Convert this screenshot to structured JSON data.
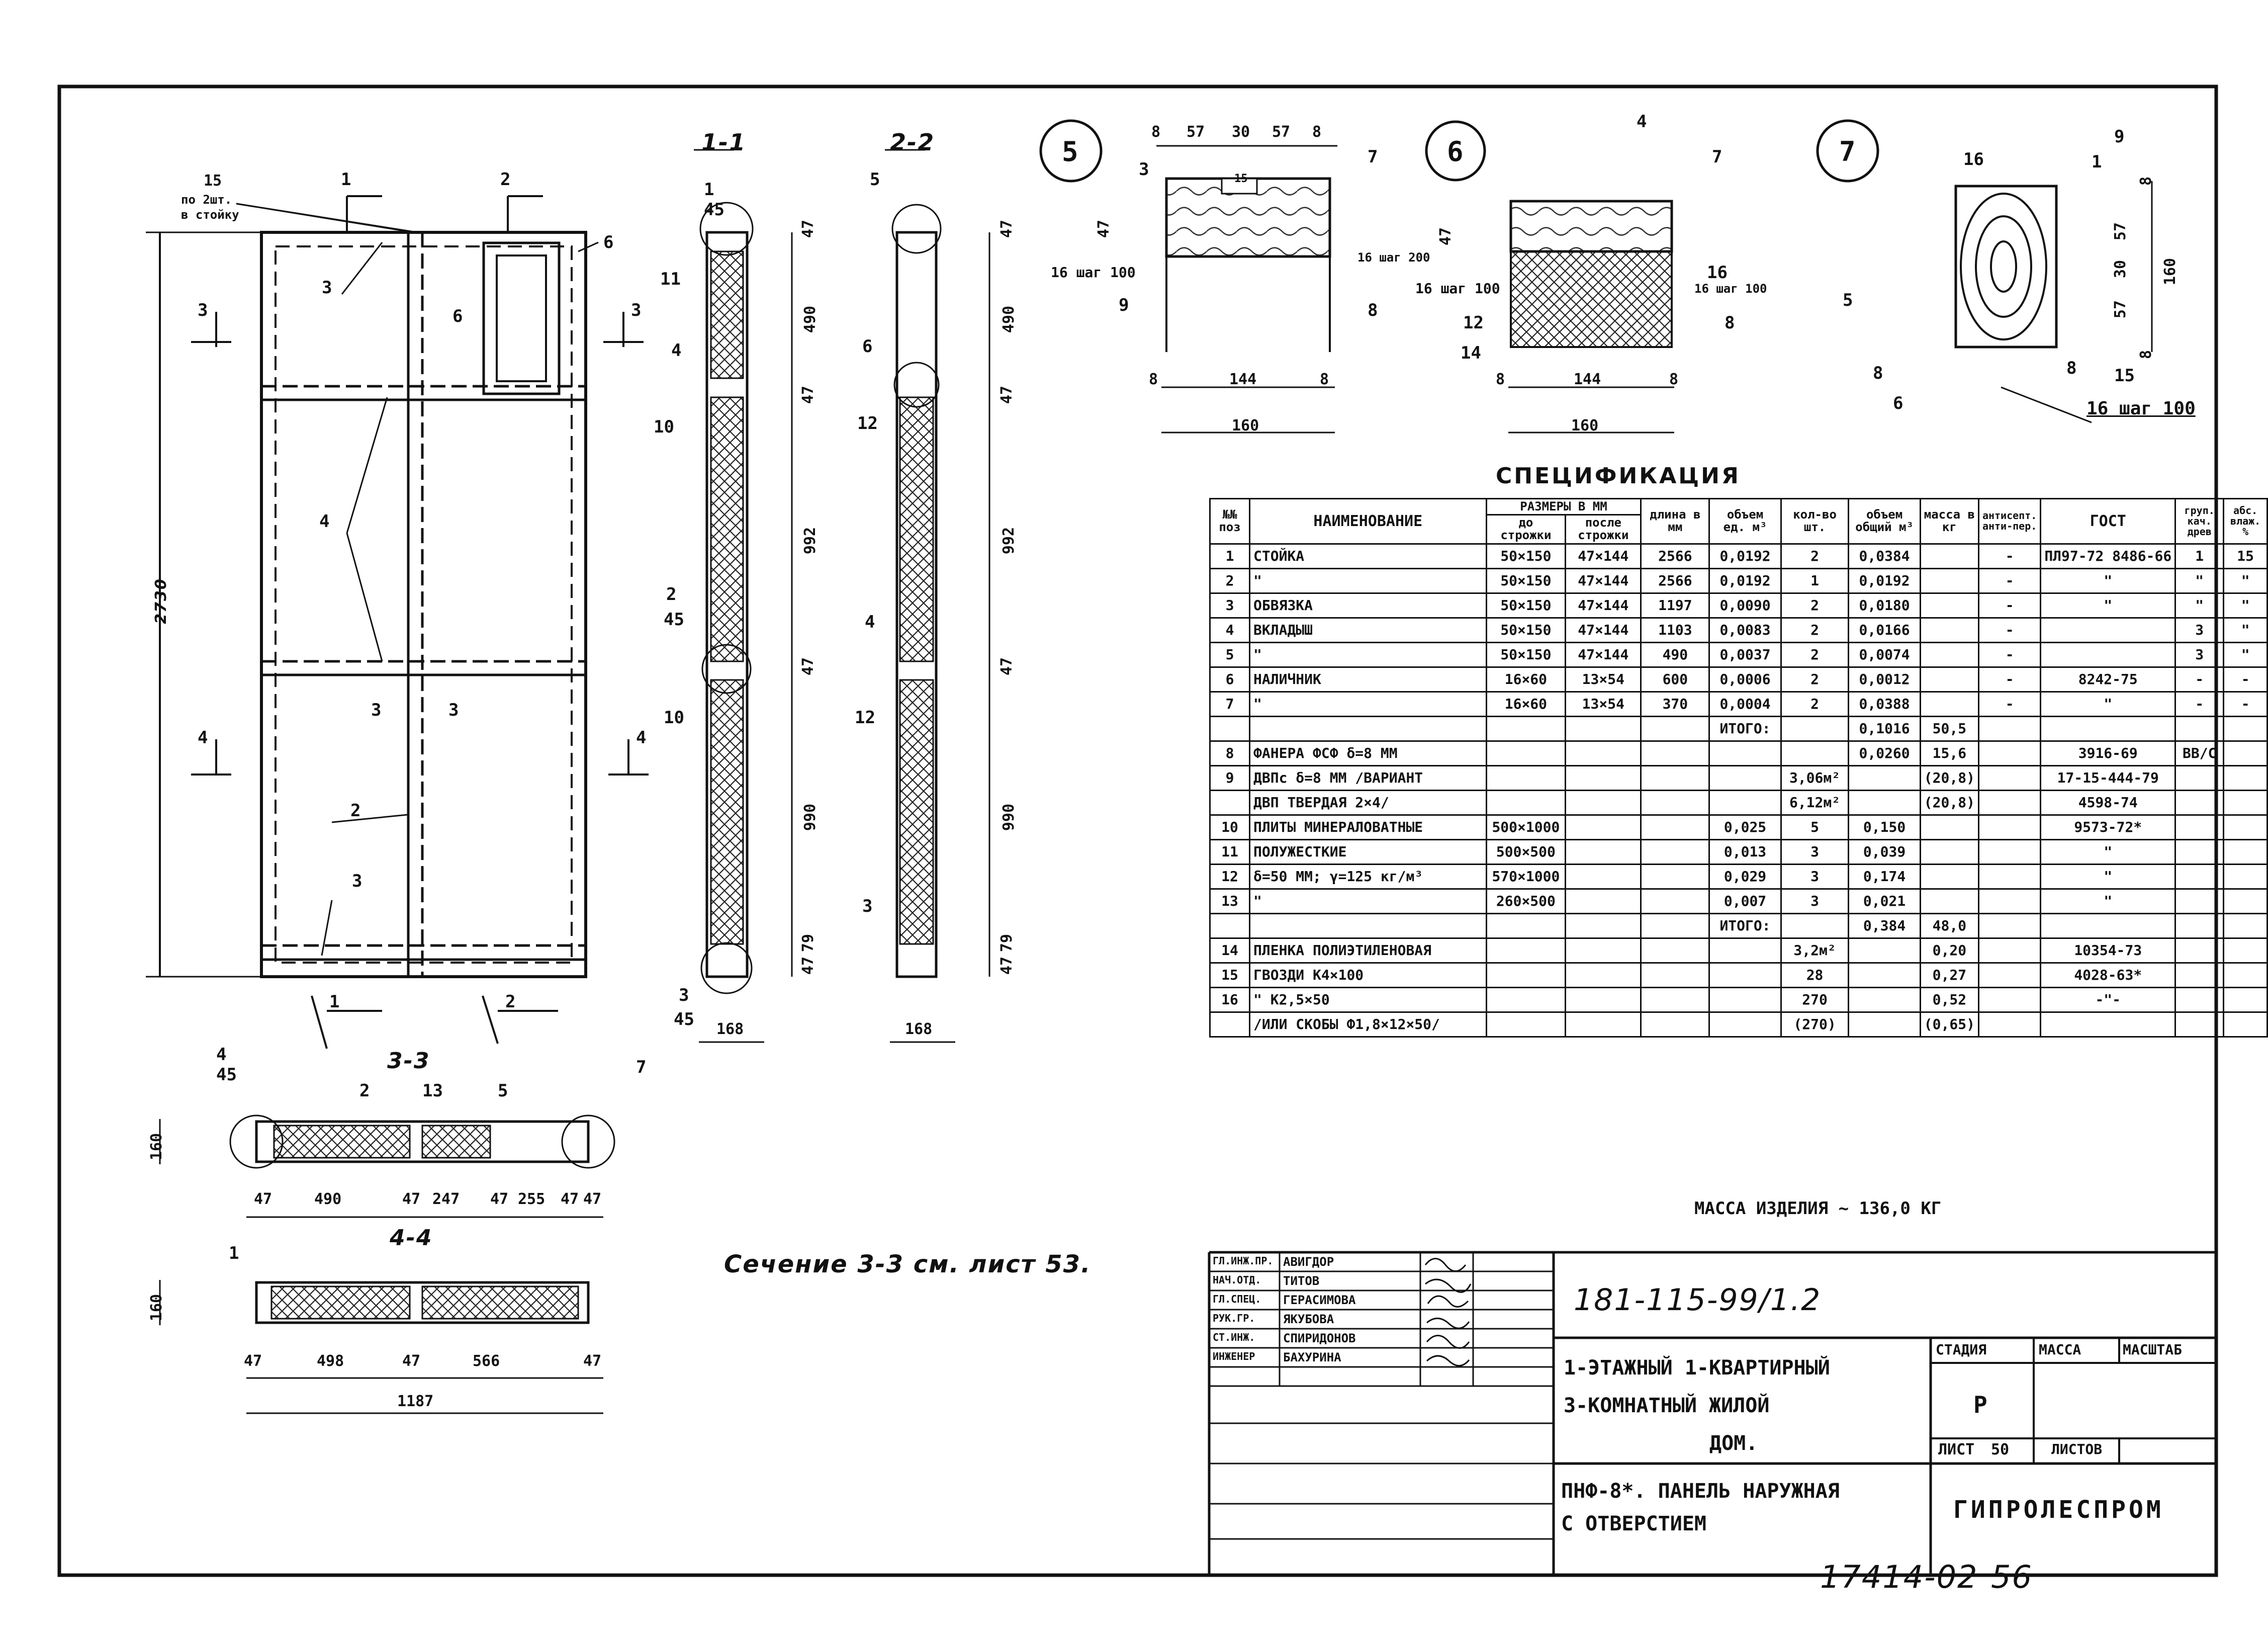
{
  "drawing": {
    "main_panel": {
      "height_dim": "2730",
      "nail_note": [
        "15",
        "по 2шт.",
        "в стойку"
      ],
      "section_marks": [
        "1",
        "2",
        "3",
        "3",
        "4",
        "4",
        "1",
        "2",
        "3",
        "3"
      ],
      "callouts": [
        "3",
        "6",
        "6",
        "4",
        "2",
        "3"
      ]
    },
    "section_1_1": {
      "title": "1-1",
      "dims": [
        "47",
        "490",
        "47",
        "992",
        "47",
        "990",
        "79",
        "47"
      ],
      "width": "168",
      "callouts": [
        "1",
        "45",
        "11",
        "4",
        "10",
        "2",
        "45",
        "10",
        "3",
        "45"
      ]
    },
    "section_2_2": {
      "title": "2-2",
      "dims": [
        "47",
        "490",
        "47",
        "992",
        "47",
        "990",
        "79",
        "47"
      ],
      "width": "168",
      "callouts": [
        "5",
        "6",
        "12",
        "4",
        "12",
        "3"
      ]
    },
    "section_3_3": {
      "title": "3-3",
      "height": "160",
      "dims": [
        "47",
        "490",
        "47",
        "247",
        "47",
        "255",
        "47",
        "47"
      ],
      "callouts": [
        "4",
        "45",
        "2",
        "13",
        "5",
        "7"
      ]
    },
    "section_4_4": {
      "title": "4-4",
      "height": "160",
      "dims": [
        "47",
        "498",
        "47",
        "566",
        "47"
      ],
      "total": "1187",
      "callouts": [
        "1"
      ]
    },
    "section_note": "Сечение 3-3 см. лист 53.",
    "detail_5": {
      "number": "5",
      "top_dims": [
        "8",
        "57",
        "30",
        "57",
        "8"
      ],
      "bottom_dims": [
        "8",
        "144",
        "8"
      ],
      "total": "160",
      "callouts": [
        "3",
        "7",
        "9",
        "8",
        "15",
        "47"
      ],
      "notes": [
        "16 шаг 100",
        "16 шаг 200"
      ]
    },
    "detail_6": {
      "number": "6",
      "bottom_dims": [
        "8",
        "144",
        "8"
      ],
      "total": "160",
      "callouts": [
        "4",
        "7",
        "12",
        "14",
        "16",
        "8",
        "47"
      ],
      "notes": [
        "16 шаг 100",
        "16 шаг 100"
      ]
    },
    "detail_7": {
      "number": "7",
      "side_dims": [
        "8",
        "57",
        "30",
        "57",
        "8"
      ],
      "total": "160",
      "callouts": [
        "16",
        "1",
        "9",
        "5",
        "8",
        "6",
        "15",
        "8"
      ],
      "notes": [
        "16 шаг 100"
      ]
    }
  },
  "specification": {
    "title": "СПЕЦИФИКАЦИЯ",
    "headers": {
      "pos": "№№ поз",
      "name": "НАИМЕНОВАНИЕ",
      "sizes": "РАЗМЕРЫ В ММ",
      "before": "до строжки",
      "after": "после строжки",
      "length": "длина в мм",
      "vol_unit": "объем ед. м³",
      "qty": "кол-во шт.",
      "vol_total": "объем общий м³",
      "mass": "масса в кг",
      "antiseptic": "антисепт. анти-пер.",
      "gost": "ГОСТ",
      "grade": "груп. кач. древ",
      "moisture": "абс. влаж. %"
    },
    "rows": [
      [
        "1",
        "СТОЙКА",
        "50×150",
        "47×144",
        "2566",
        "0,0192",
        "2",
        "0,0384",
        "",
        "-",
        "ПЛ97-72 8486-66",
        "1",
        "15"
      ],
      [
        "2",
        "\"",
        "50×150",
        "47×144",
        "2566",
        "0,0192",
        "1",
        "0,0192",
        "",
        "-",
        "\"",
        "\"",
        "\""
      ],
      [
        "3",
        "ОБВЯЗКА",
        "50×150",
        "47×144",
        "1197",
        "0,0090",
        "2",
        "0,0180",
        "",
        "-",
        "\"",
        "\"",
        "\""
      ],
      [
        "4",
        "ВКЛАДЫШ",
        "50×150",
        "47×144",
        "1103",
        "0,0083",
        "2",
        "0,0166",
        "",
        "-",
        "",
        "3",
        "\""
      ],
      [
        "5",
        "\"",
        "50×150",
        "47×144",
        "490",
        "0,0037",
        "2",
        "0,0074",
        "",
        "-",
        "",
        "3",
        "\""
      ],
      [
        "6",
        "НАЛИЧНИК",
        "16×60",
        "13×54",
        "600",
        "0,0006",
        "2",
        "0,0012",
        "",
        "-",
        "8242-75",
        "-",
        "-"
      ],
      [
        "7",
        "\"",
        "16×60",
        "13×54",
        "370",
        "0,0004",
        "2",
        "0,0388",
        "",
        "-",
        "\"",
        "-",
        "-"
      ],
      [
        "",
        "",
        "",
        "",
        "",
        "ИТОГО:",
        "",
        "0,1016",
        "50,5",
        "",
        "",
        "",
        ""
      ],
      [
        "8",
        "ФАНЕРА ФСФ δ=8 ММ",
        "",
        "",
        "",
        "",
        "",
        "0,0260",
        "15,6",
        "",
        "3916-69",
        "ВВ/С",
        ""
      ],
      [
        "9",
        "ДВПс δ=8 ММ /ВАРИАНТ",
        "",
        "",
        "",
        "",
        "3,06м²",
        "",
        "(20,8)",
        "",
        "17-15-444-79",
        "",
        ""
      ],
      [
        "",
        "ДВП ТВЕРДАЯ 2×4/",
        "",
        "",
        "",
        "",
        "6,12м²",
        "",
        "(20,8)",
        "",
        "4598-74",
        "",
        ""
      ],
      [
        "10",
        "ПЛИТЫ МИНЕРАЛОВАТНЫЕ",
        "500×1000",
        "",
        "",
        "0,025",
        "5",
        "0,150",
        "",
        "",
        "9573-72*",
        "",
        ""
      ],
      [
        "11",
        "ПОЛУЖЕСТКИЕ",
        "500×500",
        "",
        "",
        "0,013",
        "3",
        "0,039",
        "",
        "",
        "\"",
        "",
        ""
      ],
      [
        "12",
        "δ=50 ММ; γ=125 кг/м³",
        "570×1000",
        "",
        "",
        "0,029",
        "3",
        "0,174",
        "",
        "",
        "\"",
        "",
        ""
      ],
      [
        "13",
        "\"",
        "260×500",
        "",
        "",
        "0,007",
        "3",
        "0,021",
        "",
        "",
        "\"",
        "",
        ""
      ],
      [
        "",
        "",
        "",
        "",
        "",
        "ИТОГО:",
        "",
        "0,384",
        "48,0",
        "",
        "",
        "",
        ""
      ],
      [
        "14",
        "ПЛЕНКА ПОЛИЭТИЛЕНОВАЯ",
        "",
        "",
        "",
        "",
        "3,2м²",
        "",
        "0,20",
        "",
        "10354-73",
        "",
        ""
      ],
      [
        "15",
        "ГВОЗДИ К4×100",
        "",
        "",
        "",
        "",
        "28",
        "",
        "0,27",
        "",
        "4028-63*",
        "",
        ""
      ],
      [
        "16",
        "\" К2,5×50",
        "",
        "",
        "",
        "",
        "270",
        "",
        "0,52",
        "",
        "-\"-",
        "",
        ""
      ],
      [
        "",
        "/ИЛИ СКОБЫ Ф1,8×12×50/",
        "",
        "",
        "",
        "",
        "(270)",
        "",
        "(0,65)",
        "",
        "",
        "",
        ""
      ]
    ],
    "mass_note": "МАССА ИЗДЕЛИЯ ~ 136,0 КГ"
  },
  "title_block": {
    "roles": [
      [
        "ГЛ.ИНЖ.ПР.",
        "АВИГДОР"
      ],
      [
        "НАЧ.ОТД.",
        "ТИТОВ"
      ],
      [
        "ГЛ.СПЕЦ.",
        "ГЕРАСИМОВА"
      ],
      [
        "РУК.ГР.",
        "ЯКУБОВА"
      ],
      [
        "СТ.ИНЖ.",
        "СПИРИДОНОВ"
      ],
      [
        "ИНЖЕНЕР",
        "БАХУРИНА"
      ]
    ],
    "doc_number": "181-115-99/1.2",
    "project_title": [
      "1-ЭТАЖНЫЙ 1-КВАРТИРНЫЙ",
      "3-КОМНАТНЫЙ ЖИЛОЙ",
      "ДОМ."
    ],
    "stage_label": "СТАДИЯ",
    "mass_label": "МАССА",
    "scale_label": "МАСШТАБ",
    "stage_value": "Р",
    "sheet_label": "ЛИСТ",
    "sheet_number": "50",
    "sheets_label": "ЛИСТОВ",
    "panel_title": [
      "ПНФ-8*. ПАНЕЛЬ НАРУЖНАЯ",
      "С ОТВЕРСТИЕМ"
    ],
    "organization": "ГИПРОЛЕСПРОМ",
    "archive_number": "17414-02",
    "page_number": "56"
  }
}
